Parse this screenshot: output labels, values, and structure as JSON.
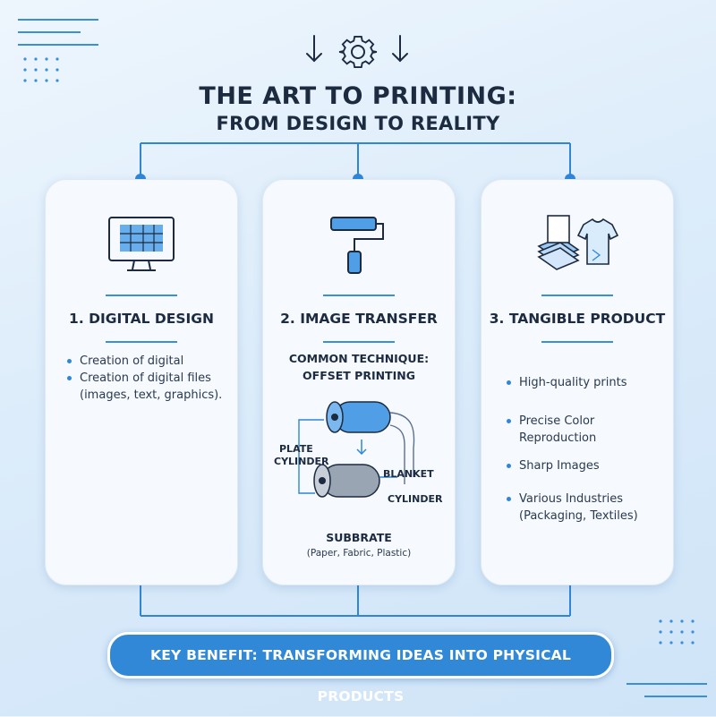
{
  "header": {
    "title_line1": "THE ART TO PRINTING:",
    "title_line2": "FROM DESIGN TO REALITY",
    "top_icons": [
      "down-arrow-icon",
      "gear-icon",
      "down-arrow-icon"
    ]
  },
  "colors": {
    "accent": "#3188d6",
    "line": "#2f86d8",
    "text": "#1c2b40",
    "card": "#f6f9fd"
  },
  "steps": [
    {
      "title": "1. DIGITAL DESIGN",
      "icon": "monitor-icon",
      "bullets": [
        "Creation of digital",
        "Creation of digital files (images, text, graphics)."
      ]
    },
    {
      "title": "2. IMAGE TRANSFER",
      "icon": "paint-roller-icon",
      "technique_line1": "COMMON TECHNIQUE:",
      "technique_line2": "OFFSET PRINTING",
      "diagram_labels": {
        "plate_line1": "PLATE",
        "plate_line2": "CYLINDER",
        "blanket_line1": "BLANKET",
        "blanket_line2": "CYLINDER"
      },
      "substrate": "SUBBRATE",
      "substrate_note": "(Paper, Fabric, Plastic)"
    },
    {
      "title": "3. TANGIBLE PRODUCT",
      "icon": "paper-and-shirt-icon",
      "bullets": [
        "High-quality prints",
        "Precise Color Reproduction",
        "Sharp Images",
        "Various Industries (Packaging, Textiles)"
      ]
    }
  ],
  "banner": {
    "text": "KEY BENEFIT: TRANSFORMING IDEAS INTO PHYSICAL PRODUCTS"
  }
}
